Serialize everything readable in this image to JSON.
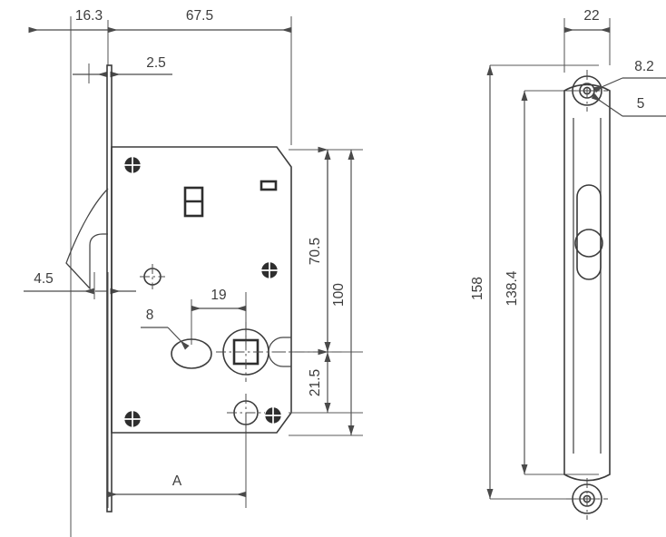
{
  "drawing": {
    "title": "Mortise Lock Technical Drawing",
    "units": "mm",
    "views": [
      {
        "name": "front-section-view",
        "label": ""
      },
      {
        "name": "faceplate-side-view",
        "label": ""
      }
    ]
  },
  "dimensions": {
    "backset_front": "16.3",
    "body_length": "67.5",
    "faceplate_thickness": "2.5",
    "forend_offset": "4.5",
    "oval_hole": "8",
    "spindle_to_oval": "19",
    "upper_center_height": "70.5",
    "total_height": "100",
    "lower_center_height": "21.5",
    "variable_backset": "A",
    "faceplate_width": "22",
    "screw_hole_outer": "8.2",
    "screw_hole_inner": "5",
    "faceplate_length": "158",
    "screw_spacing": "138.4"
  },
  "features": {
    "hook_bolt": "hook-bolt",
    "latch_bolt": "latch-bolt",
    "spindle_hole": "square-spindle-hole",
    "cylinder_oval": "oval-cylinder-hole",
    "faceplate_slot": "faceplate-oval-slot",
    "fixing_screws": "fixing-screw-holes",
    "countersunk_screws": "countersunk-screw-holes"
  },
  "colors": {
    "line": "#3c3c3c",
    "dimension_line": "#4a4a4a",
    "text": "#3d3d3d",
    "background": "#ffffff"
  }
}
